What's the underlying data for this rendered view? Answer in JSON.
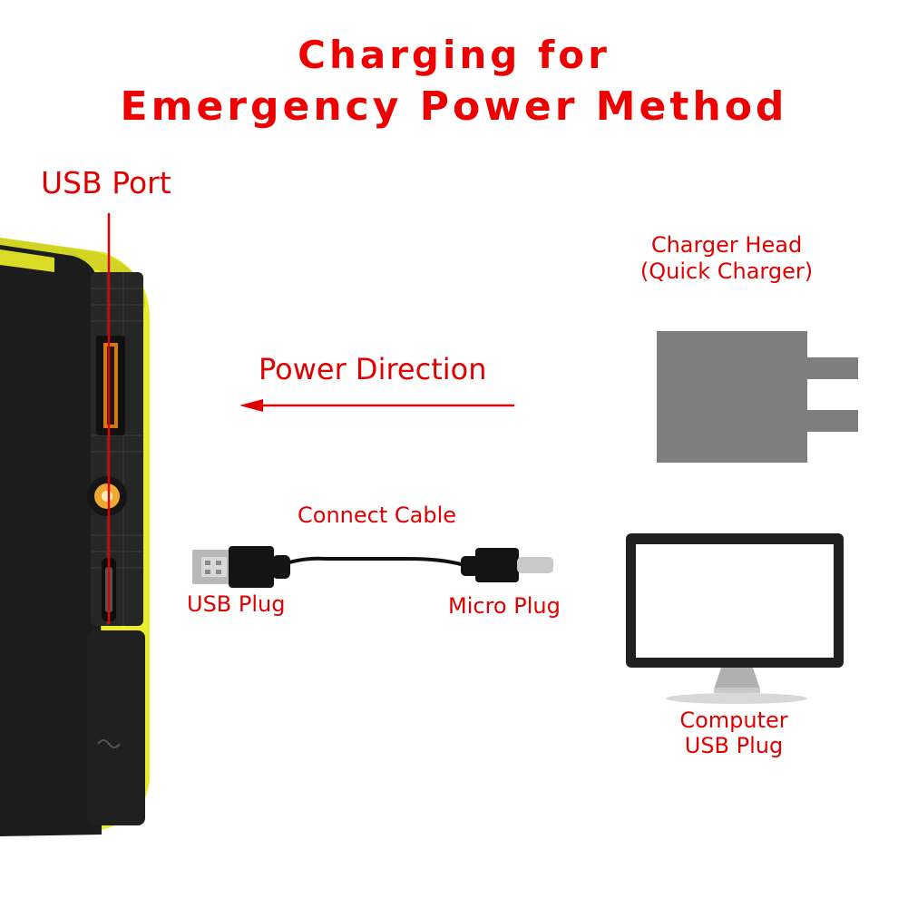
{
  "title": {
    "line1": "Charging for",
    "line2": "Emergency Power Method"
  },
  "labels": {
    "usb_port": "USB Port",
    "power_direction": "Power Direction",
    "connect_cable": "Connect Cable",
    "usb_plug": "USB Plug",
    "micro_plug": "Micro Plug",
    "charger_head_line1": "Charger Head",
    "charger_head_line2": "(Quick Charger)",
    "computer_line1": "Computer",
    "computer_line2": "USB Plug"
  },
  "colors": {
    "accent_red": "#ee0000",
    "device_yellow": "#e8ec2a",
    "device_black": "#1c1c1c",
    "charger_gray": "#7f7f7f",
    "monitor_black": "#202020"
  }
}
